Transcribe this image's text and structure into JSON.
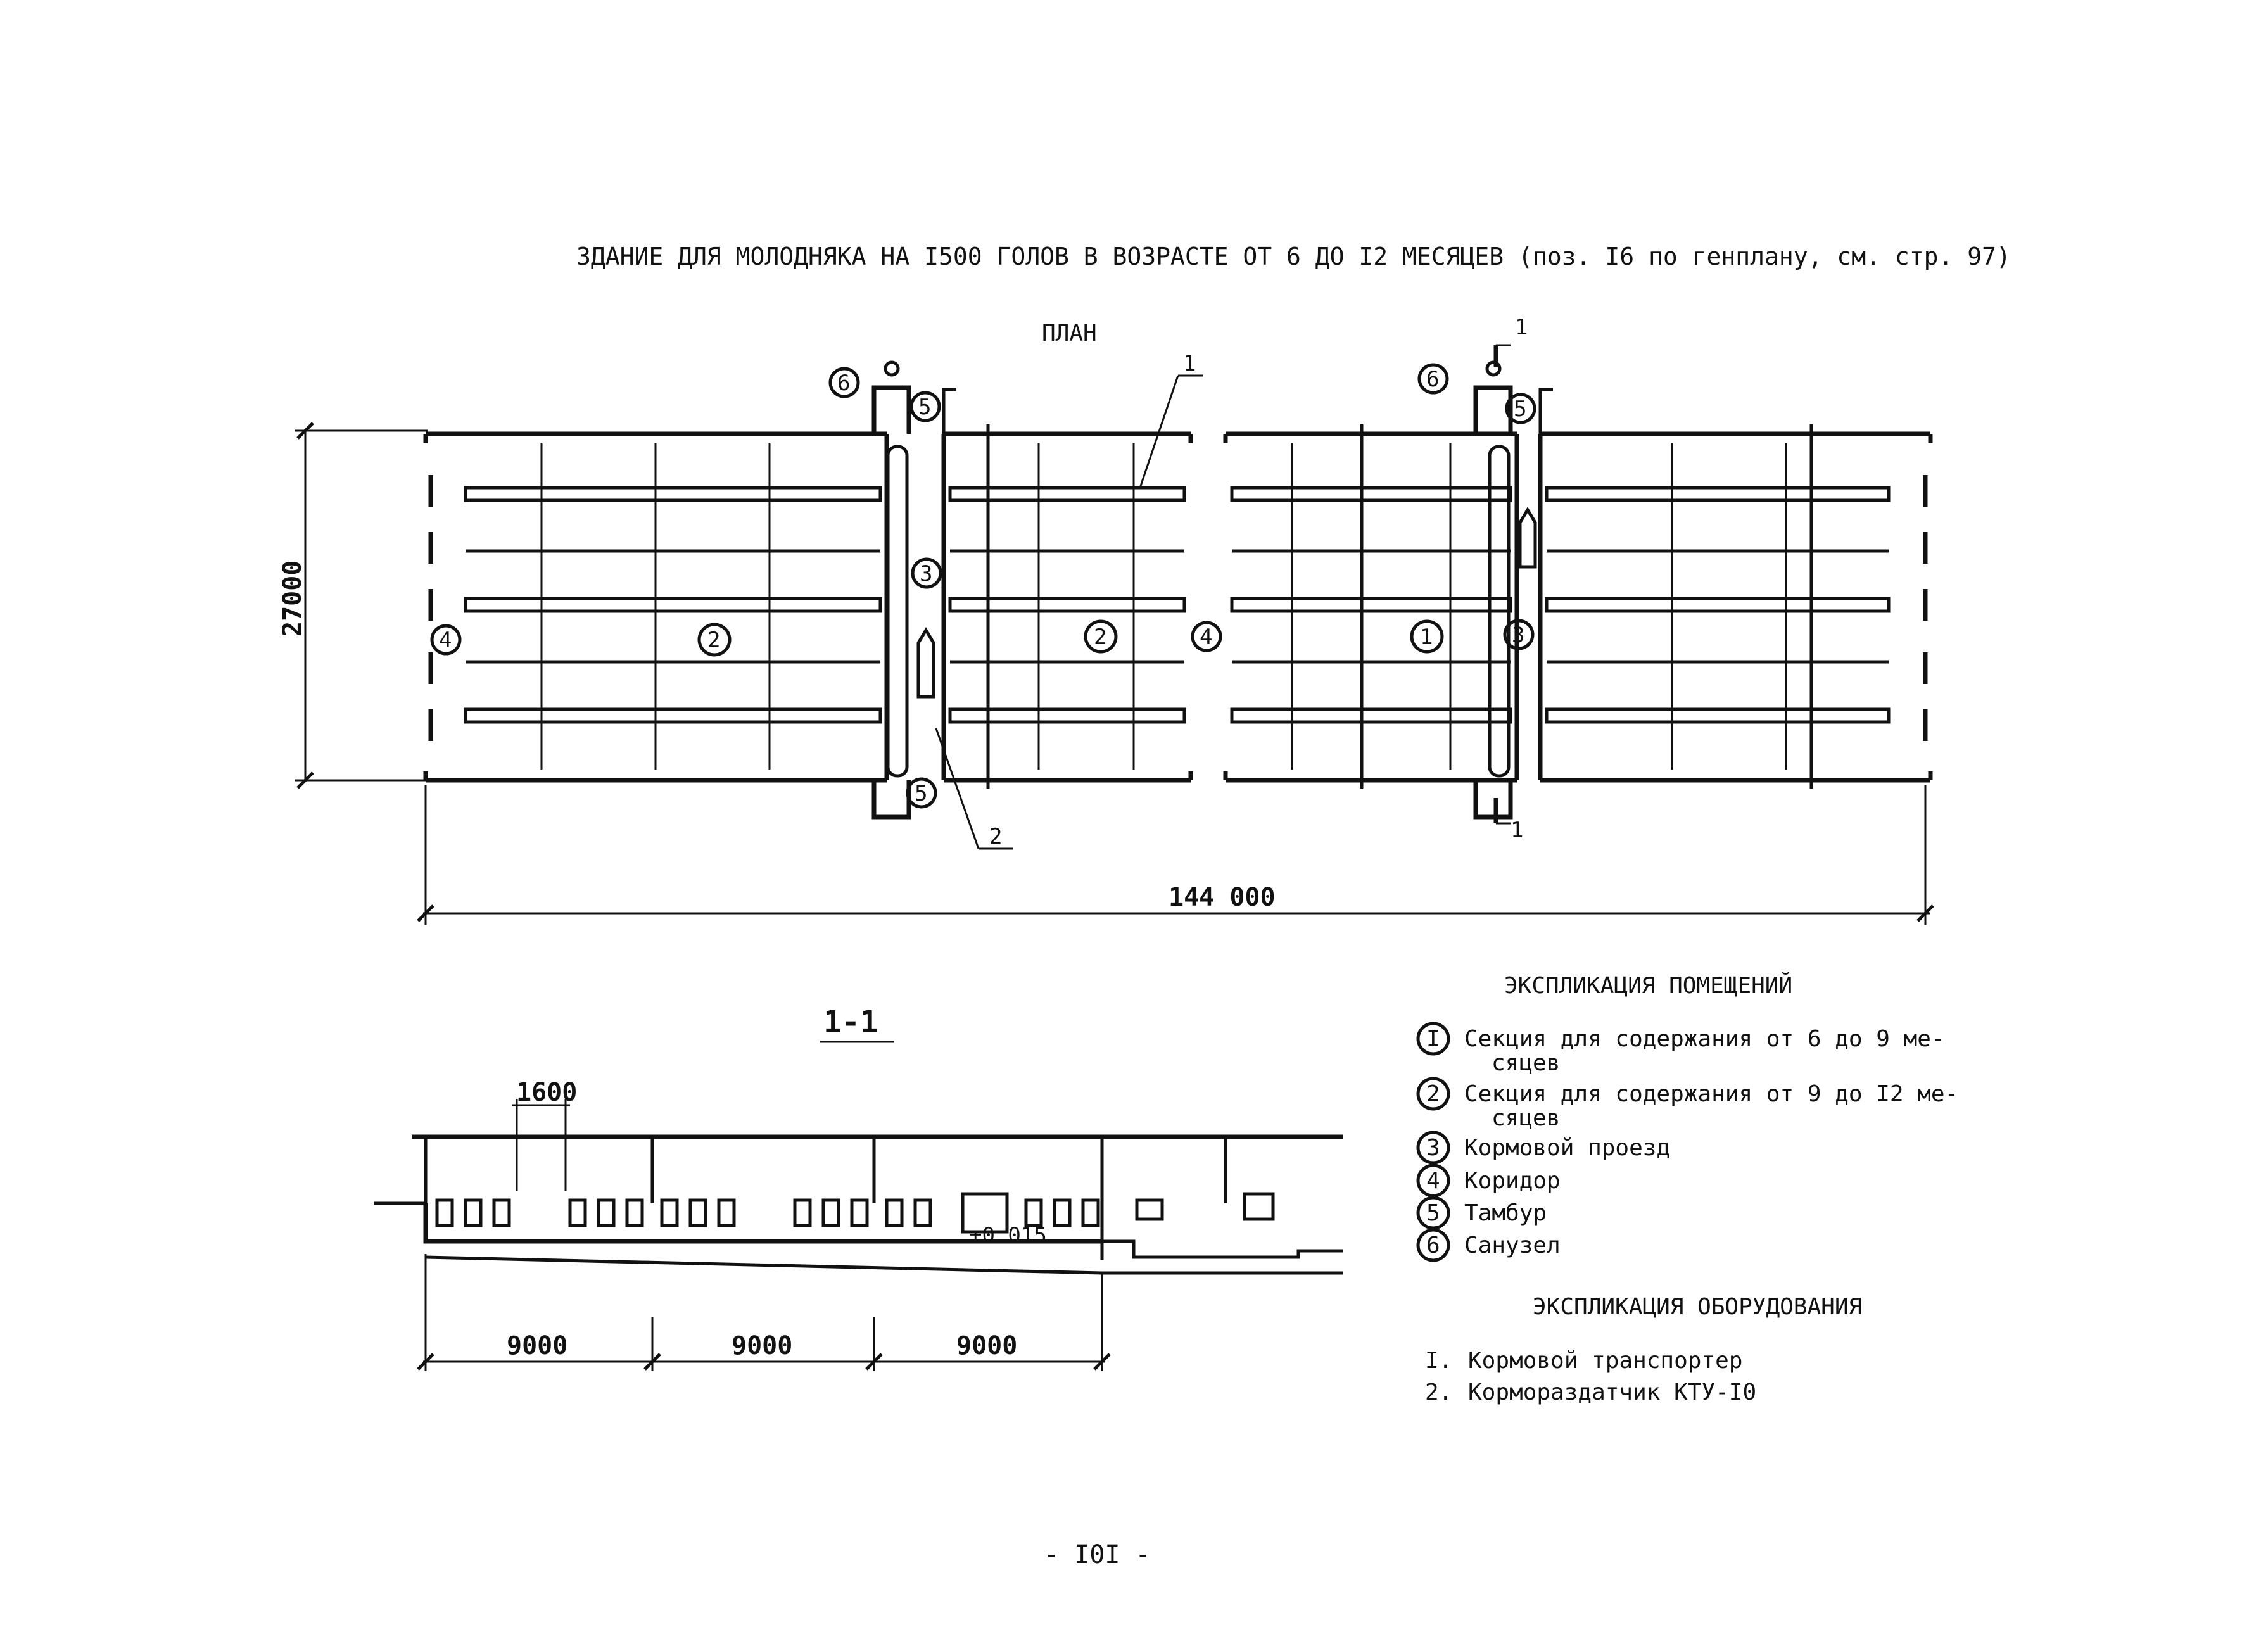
{
  "title": "ЗДАНИЕ ДЛЯ МОЛОДНЯКА НА I500 ГОЛОВ В ВОЗРАСТЕ ОТ 6 ДО I2 МЕСЯЦЕВ (поз. I6 по генплану, см. стр. 97)",
  "plan": {
    "heading": "ПЛАН",
    "dim_height": "27000",
    "dim_length": "144 000",
    "markers": {
      "m1": "1",
      "m2": "2",
      "m3": "3",
      "m4": "4",
      "m5": "5",
      "m6": "6",
      "leader1": "1",
      "leader2": "2",
      "cut1": "1"
    }
  },
  "section": {
    "heading": "1-1",
    "dim_top": "1600",
    "level": "±0.015",
    "spans": [
      "9000",
      "9000",
      "9000"
    ]
  },
  "rooms_legend": {
    "heading": "ЭКСПЛИКАЦИЯ ПОМЕЩЕНИЙ",
    "items": [
      {
        "num": "I",
        "line1": "Секция для содержания от 6 до 9 ме-",
        "line2": "сяцев"
      },
      {
        "num": "2",
        "line1": "Секция для содержания от 9 до I2 ме-",
        "line2": "сяцев"
      },
      {
        "num": "3",
        "line1": "Кормовой проезд",
        "line2": ""
      },
      {
        "num": "4",
        "line1": "Коридор",
        "line2": ""
      },
      {
        "num": "5",
        "line1": "Тамбур",
        "line2": ""
      },
      {
        "num": "6",
        "line1": "Санузел",
        "line2": ""
      }
    ]
  },
  "equipment_legend": {
    "heading": "ЭКСПЛИКАЦИЯ ОБОРУДОВАНИЯ",
    "items": [
      {
        "num": "I.",
        "text": "Кормовой транспортер"
      },
      {
        "num": "2.",
        "text": "Кормораздатчик КТУ-I0"
      }
    ]
  },
  "page_number": "- I0I -"
}
